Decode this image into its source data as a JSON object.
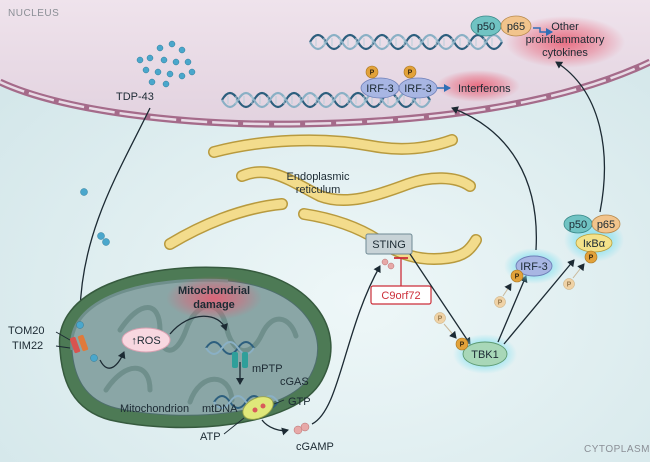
{
  "regions": {
    "nucleus": "NUCLEUS",
    "cytoplasm": "CYTOPLASM"
  },
  "labels": {
    "tdp43": "TDP-43",
    "er_line1": "Endoplasmic",
    "er_line2": "reticulum",
    "sting": "STING",
    "c9orf72": "C9orf72",
    "tbk1": "TBK1",
    "irf3": "IRF-3",
    "p50": "p50",
    "p65": "p65",
    "ikba": "IκBα",
    "p": "P",
    "interferons": "Interferons",
    "other_line1": "Other",
    "other_line2": "proinflammatory",
    "other_line3": "cytokines",
    "tom20": "TOM20",
    "tim22": "TIM22",
    "ros": "↑ROS",
    "mito_damage_line1": "Mitochondrial",
    "mito_damage_line2": "damage",
    "mptp": "mPTP",
    "mtdna": "mtDNA",
    "cgas": "cGAS",
    "gtp": "GTP",
    "atp": "ATP",
    "cgamp": "cGAMP",
    "mitochondrion": "Mitochondrion"
  },
  "colors": {
    "nucleus_fill": "#e8dbe6",
    "nucleus_border": "#a56b8a",
    "cytoplasm_bg": "#dfeef0",
    "er_fill": "#f3dc8c",
    "er_border": "#b89a3e",
    "mito_outer": "#4d7a55",
    "mito_inner": "#6f8f8c",
    "mito_matrix": "#8aa6a6",
    "dna_dark": "#2d5f7e",
    "dna_light": "#8ab0c5",
    "tdp43_dot": "#4aa7cc",
    "p_circle": "#e2a23a",
    "p_faded": "#efd2a6",
    "irf3_fill": "#a8b6e3",
    "p50_fill": "#70c3c3",
    "p65_fill": "#f2c48c",
    "ikba_fill": "#f4e28a",
    "tbk1_fill": "#a8d7b8",
    "sting_fill": "#c8d3d7",
    "c9_border": "#cc2f3a",
    "ros_fill": "#f8d7e0",
    "highlight_red": "#e85a70",
    "highlight_cyan": "#7fe0f0",
    "arrow": "#1c2a33",
    "arrow_blue": "#2f6fb6"
  }
}
